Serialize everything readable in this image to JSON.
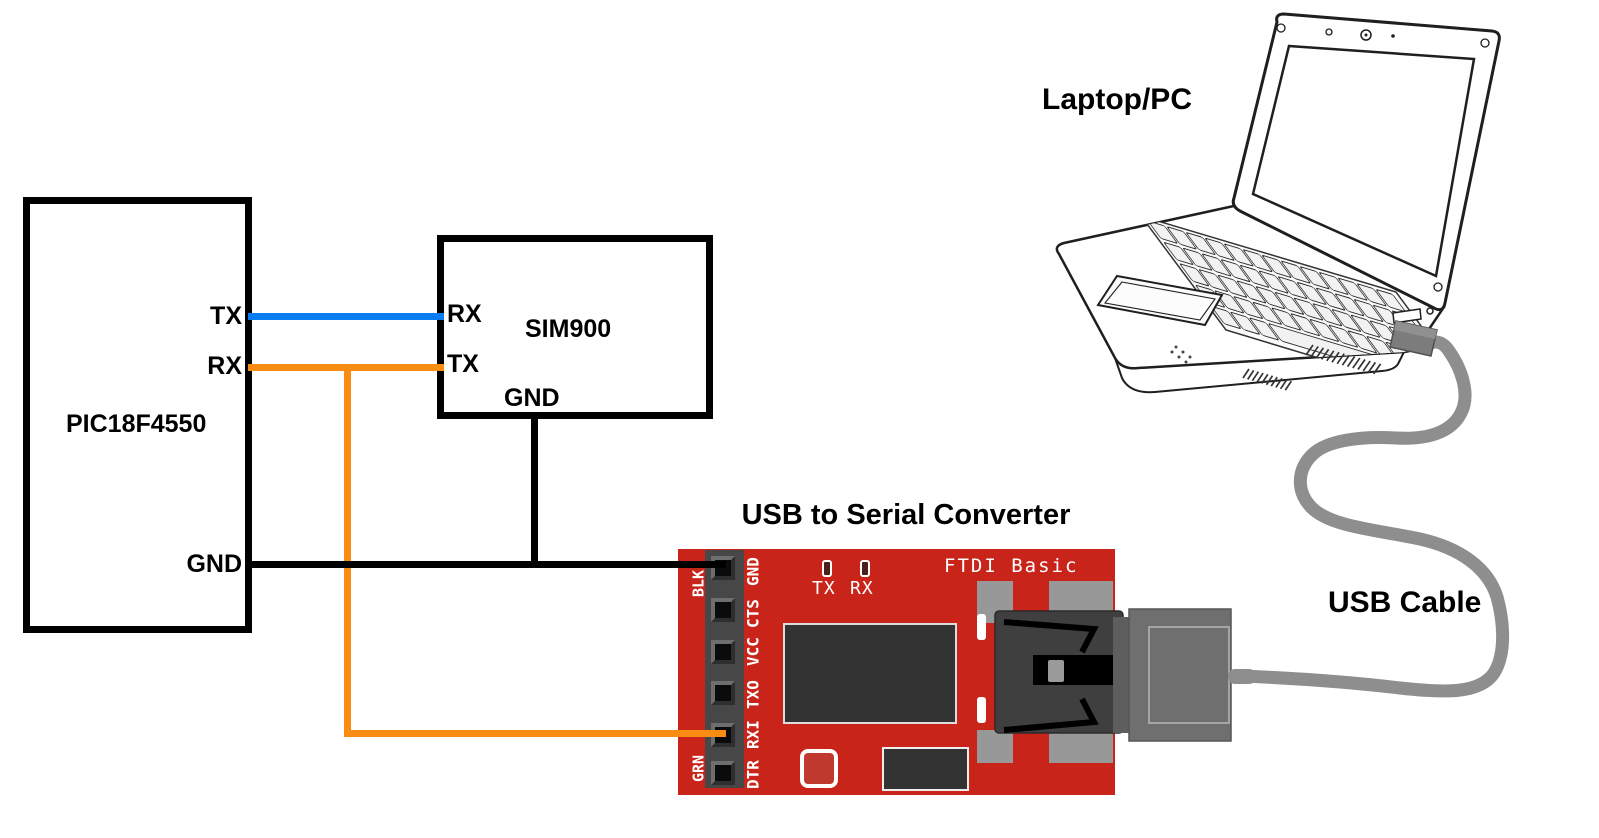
{
  "diagram": {
    "converter_title": "USB to Serial Converter",
    "laptop_label": "Laptop/PC",
    "usb_cable_label": "USB Cable"
  },
  "pic": {
    "name": "PIC18F4550",
    "pin_tx": "TX",
    "pin_rx": "RX",
    "pin_gnd": "GND"
  },
  "sim900": {
    "name": "SIM900",
    "pin_rx": "RX",
    "pin_tx": "TX",
    "pin_gnd": "GND"
  },
  "ftdi": {
    "silkscreen": "FTDI Basic",
    "led_tx": "TX",
    "led_rx": "RX",
    "wire_label_top": "BLK",
    "wire_label_bottom": "GRN",
    "pins": [
      "GND",
      "CTS",
      "VCC",
      "TXO",
      "RXI",
      "DTR"
    ]
  },
  "connections": [
    {
      "from": "PIC18F4550 TX",
      "to": "SIM900 RX",
      "color": "#0a7cf2"
    },
    {
      "from": "PIC18F4550 RX",
      "to": "SIM900 TX",
      "color": "#f98c12"
    },
    {
      "from": "SIM900 TX",
      "to": "FTDI RXI",
      "color": "#f98c12"
    },
    {
      "from": "PIC18F4550 GND",
      "to": "FTDI GND (BLK)",
      "color": "#000000"
    },
    {
      "from": "SIM900 GND",
      "to": "GND net",
      "color": "#000000"
    },
    {
      "from": "FTDI Basic USB",
      "to": "Laptop/PC",
      "color": "#8e8e8e"
    }
  ],
  "colors": {
    "wire_blue": "#0a7cf2",
    "wire_orange": "#f98c12",
    "wire_black": "#000000",
    "board_red": "#c8241a",
    "usb_cable_gray": "#8e8e8e"
  }
}
